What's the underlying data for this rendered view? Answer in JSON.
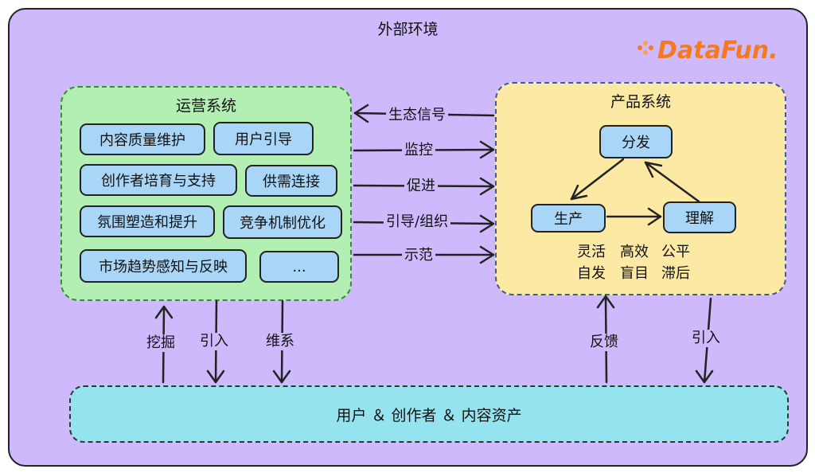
{
  "outer": {
    "title": "外部环境"
  },
  "logo": {
    "text": "DataFun."
  },
  "ops": {
    "title": "运营系统",
    "items": [
      "内容质量维护",
      "用户引导",
      "创作者培育与支持",
      "供需连接",
      "氛围塑造和提升",
      "竞争机制优化",
      "市场趋势感知与反映",
      "..."
    ]
  },
  "product": {
    "title": "产品系统",
    "nodes": {
      "distribute": "分发",
      "produce": "生产",
      "understand": "理解"
    },
    "traits": [
      "灵活",
      "高效",
      "公平",
      "自发",
      "盲目",
      "滞后"
    ]
  },
  "links": {
    "eco_signal": "生态信号",
    "monitor": "监控",
    "promote": "促进",
    "guide": "引导/组织",
    "demo": "示范"
  },
  "vertical": {
    "dig": "挖掘",
    "introduce": "引入",
    "maintain": "维系",
    "feedback": "反馈",
    "introduce2": "引入"
  },
  "users": {
    "text": "用户 ＆ 创作者 ＆ 内容资产"
  },
  "colors": {
    "background": "#cdb9fb",
    "ops": "#b3efb3",
    "product": "#fce9a3",
    "users": "#95e3ee",
    "box": "#a9d6f7",
    "logo_orange": "#f57a1f"
  }
}
